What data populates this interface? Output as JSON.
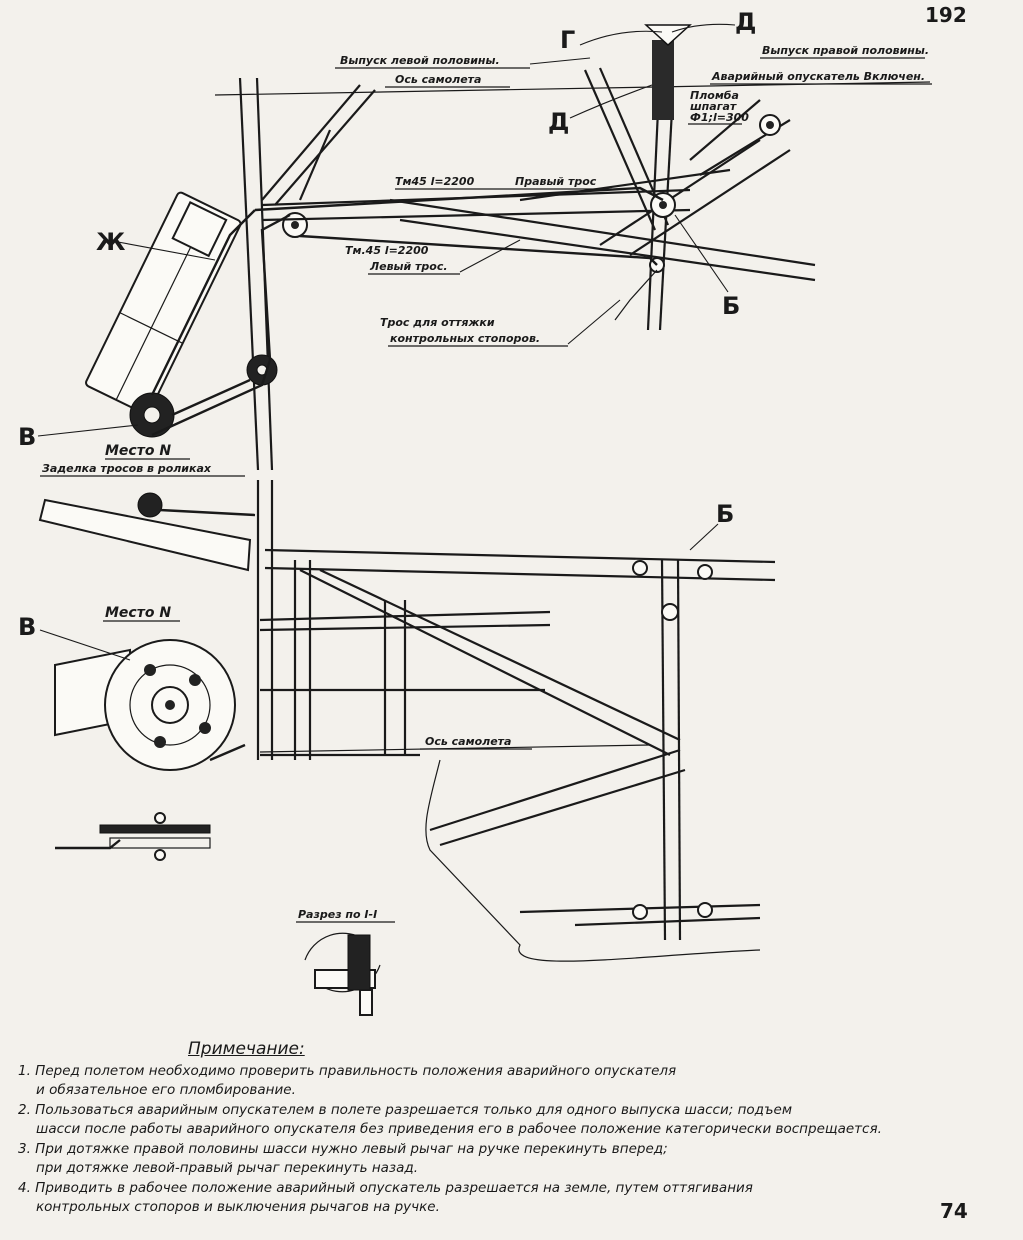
{
  "page": {
    "number": "192",
    "sheet_mark": "74"
  },
  "callouts": {
    "left_half": "Выпуск левой половины.",
    "right_half": "Выпуск правой половины.",
    "emergency_on": "Аварийный опускатель Включен.",
    "axis_top": "Ось самолета",
    "axis_bottom": "Ось самолета",
    "seal_1": "Пломба",
    "seal_2": "шпагат",
    "seal_3": "Ф1;l=300",
    "right_cable_spec": "Тм45 l=2200",
    "right_cable": "Правый трос",
    "left_cable_spec": "Тм.45 l=2200",
    "left_cable": "Левый трос.",
    "stop_cable_1": "Трос для оттяжки",
    "stop_cable_2": "контрольных стопоров.",
    "detail_n_title": "Место N",
    "detail_n_sub": "Заделка тросов в роликах",
    "detail_n_title_2": "Место N",
    "section": "Разрез по I-I"
  },
  "letters": {
    "g": "Г",
    "d_top": "Д",
    "d_left": "Д",
    "zh": "Ж",
    "b_bottom": "Б",
    "b_right": "Б",
    "v_top": "В",
    "v_left": "В"
  },
  "notes": {
    "title": "Примечание:",
    "items": [
      {
        "line1": "1. Перед полетом необходимо проверить правильность положения аварийного опускателя",
        "line2": "и обязательное его пломбирование."
      },
      {
        "line1": "2. Пользоваться аварийным опускателем в полете разрешается только для одного выпуска шасси; подъем",
        "line2": "шасси после работы аварийного опускателя без приведения его в рабочее положение категорически воспрещается."
      },
      {
        "line1": "3. При дотяжке правой половины шасси нужно левый рычаг на ручке перекинуть вперед;",
        "line2": "при дотяжке левой-правый рычаг перекинуть назад."
      },
      {
        "line1": "4. Приводить в рабочее положение аварийный опускатель разрешается на земле, путем оттягивания",
        "line2": "контрольных стопоров и выключения рычагов на ручке."
      }
    ]
  }
}
